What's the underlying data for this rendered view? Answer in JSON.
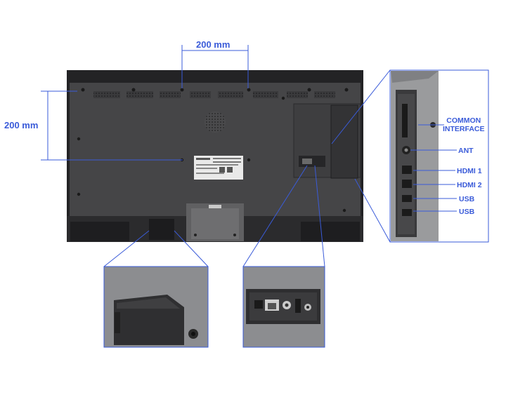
{
  "dimensions": {
    "horizontal": "200 mm",
    "vertical": "200 mm"
  },
  "ports": {
    "common_interface_line1": "COMMON",
    "common_interface_line2": "INTERFACE",
    "ant": "ANT",
    "hdmi1": "HDMI 1",
    "hdmi2": "HDMI 2",
    "usb1": "USB",
    "usb2": "USB"
  },
  "colors": {
    "accent": "#3a5bd9",
    "tv_back": "#3d3d3f",
    "tv_frame": "#232325",
    "panel_gray": "#8e8f92"
  }
}
